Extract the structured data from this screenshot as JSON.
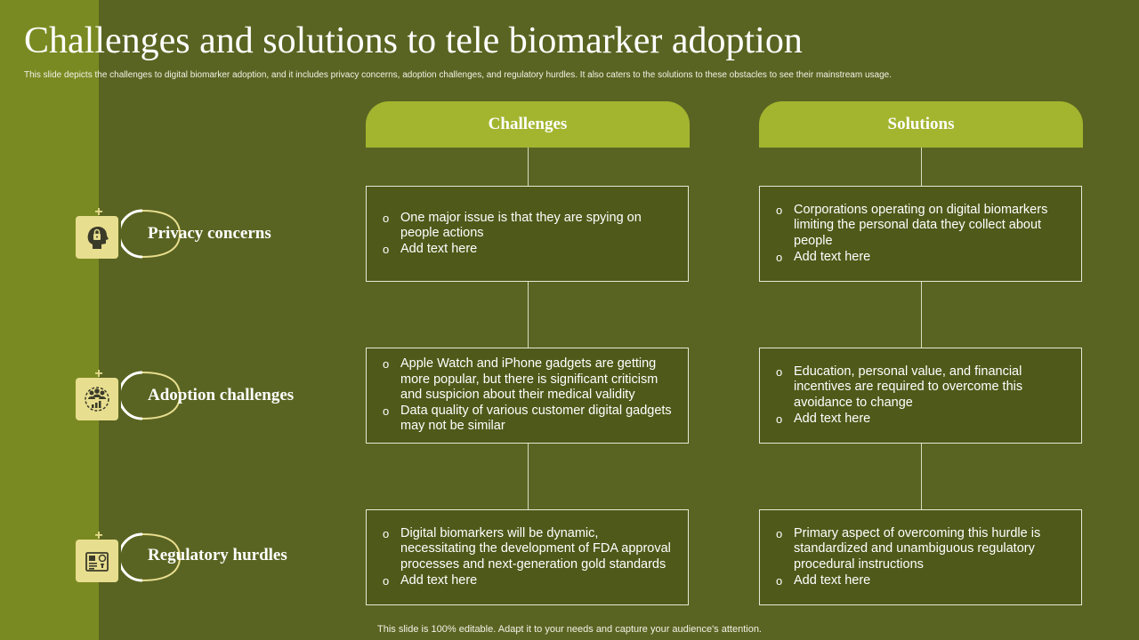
{
  "title": "Challenges and solutions to tele biomarker adoption",
  "subtitle": "This slide depicts the challenges to digital biomarker adoption, and it includes privacy concerns, adoption challenges, and regulatory hurdles. It also caters to the solutions to these obstacles to see their mainstream usage.",
  "columns": {
    "challenges": "Challenges",
    "solutions": "Solutions"
  },
  "rows": [
    {
      "label": "Privacy concerns",
      "icon": "privacy-lock-head-icon",
      "challenges": [
        "One major issue is that they are spying on people actions",
        "Add text here"
      ],
      "solutions": [
        "Corporations operating on digital biomarkers limiting the personal data they collect about people",
        "Add text here"
      ]
    },
    {
      "label": "Adoption challenges",
      "icon": "team-growth-icon",
      "challenges": [
        "Apple Watch and iPhone gadgets are getting more popular, but there is significant criticism and suspicion about their medical validity",
        "Data quality of various customer digital gadgets may not be similar"
      ],
      "solutions": [
        "Education, personal value, and financial incentives are required to overcome this avoidance to change",
        "Add text here"
      ]
    },
    {
      "label": "Regulatory hurdles",
      "icon": "regulation-document-icon",
      "challenges": [
        "Digital biomarkers will be dynamic, necessitating the development of FDA approval processes and next-generation gold standards",
        "Add text here"
      ],
      "solutions": [
        "Primary aspect of overcoming this hurdle is standardized and unambiguous regulatory procedural instructions",
        "Add text here"
      ]
    }
  ],
  "footer": "This slide is 100% editable. Adapt it to your needs and capture your audience's attention.",
  "colors": {
    "background": "#5a6422",
    "left_band": "#7a8a22",
    "header": "#a3b52f",
    "card": "#4f5919",
    "icon_bg": "#e8de8f"
  }
}
